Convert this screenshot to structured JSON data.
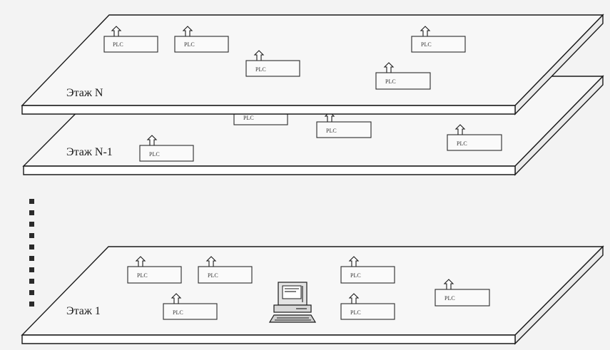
{
  "diagram": {
    "floors": [
      {
        "label": "Этаж N",
        "plcs": [
          "PLC",
          "PLC",
          "PLC",
          "PLC",
          "PLC"
        ]
      },
      {
        "label": "Этаж N-1",
        "plcs": [
          "PLC",
          "PLC",
          "PLC",
          "PLC"
        ]
      },
      {
        "label": "Этаж 1",
        "plcs": [
          "PLC",
          "PLC",
          "PLC",
          "PLC",
          "PLC",
          "PLC"
        ]
      }
    ],
    "computer": "workstation-icon",
    "ellipsis": "vertical-dots"
  }
}
